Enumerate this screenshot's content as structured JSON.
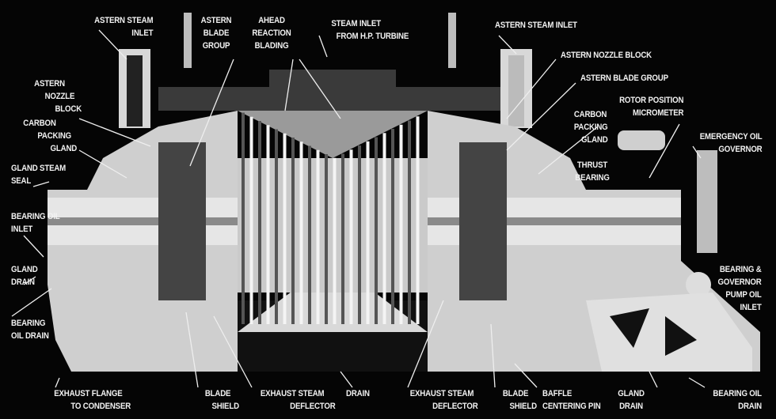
{
  "title": "Low-pressure turbine cutaway",
  "labels": {
    "astern_steam_inlet_left": [
      "ASTERN STEAM",
      "INLET"
    ],
    "astern_blade_group_left": [
      "ASTERN",
      "BLADE",
      "GROUP"
    ],
    "ahead_reaction_blading": [
      "AHEAD",
      "REACTION",
      "BLADING"
    ],
    "steam_inlet_hp": [
      "STEAM INLET",
      "FROM H.P. TURBINE"
    ],
    "astern_steam_inlet_right": [
      "ASTERN STEAM INLET"
    ],
    "astern_nozzle_block_right": [
      "ASTERN NOZZLE BLOCK"
    ],
    "astern_blade_group_right": [
      "ASTERN BLADE GROUP"
    ],
    "rotor_position_micrometer": [
      "ROTOR POSITION",
      "MICROMETER"
    ],
    "carbon_packing_gland_right": [
      "CARBON",
      "PACKING",
      "GLAND"
    ],
    "thrust_bearing": [
      "THRUST",
      "BEARING"
    ],
    "emergency_oil_governor": [
      "EMERGENCY OIL",
      "GOVERNOR"
    ],
    "astern_nozzle_block_left": [
      "ASTERN",
      "NOZZLE",
      "BLOCK"
    ],
    "carbon_packing_gland_left": [
      "CARBON",
      "PACKING",
      "GLAND"
    ],
    "gland_steam_seal": [
      "GLAND STEAM",
      "SEAL"
    ],
    "bearing_oil_inlet": [
      "BEARING OIL",
      "INLET"
    ],
    "gland_drain_left": [
      "GLAND",
      "DRAIN"
    ],
    "bearing_oil_drain_left": [
      "BEARING",
      "OIL DRAIN"
    ],
    "bearing_governor_pump_oil_inlet": [
      "BEARING &",
      "GOVERNOR",
      "PUMP OIL",
      "INLET"
    ],
    "exhaust_flange": [
      "EXHAUST FLANGE",
      "TO CONDENSER"
    ],
    "blade_shield_left": [
      "BLADE",
      "SHIELD"
    ],
    "exhaust_steam_deflector_left": [
      "EXHAUST STEAM",
      "DEFLECTOR"
    ],
    "drain": [
      "DRAIN"
    ],
    "exhaust_steam_deflector_right": [
      "EXHAUST STEAM",
      "DEFLECTOR"
    ],
    "blade_shield_right": [
      "BLADE",
      "SHIELD"
    ],
    "baffle_centering_pin": [
      "BAFFLE",
      "CENTERING PIN"
    ],
    "gland_drain_right": [
      "GLAND",
      "DRAIN"
    ],
    "bearing_oil_drain_right": [
      "BEARING OIL",
      "DRAIN"
    ]
  }
}
